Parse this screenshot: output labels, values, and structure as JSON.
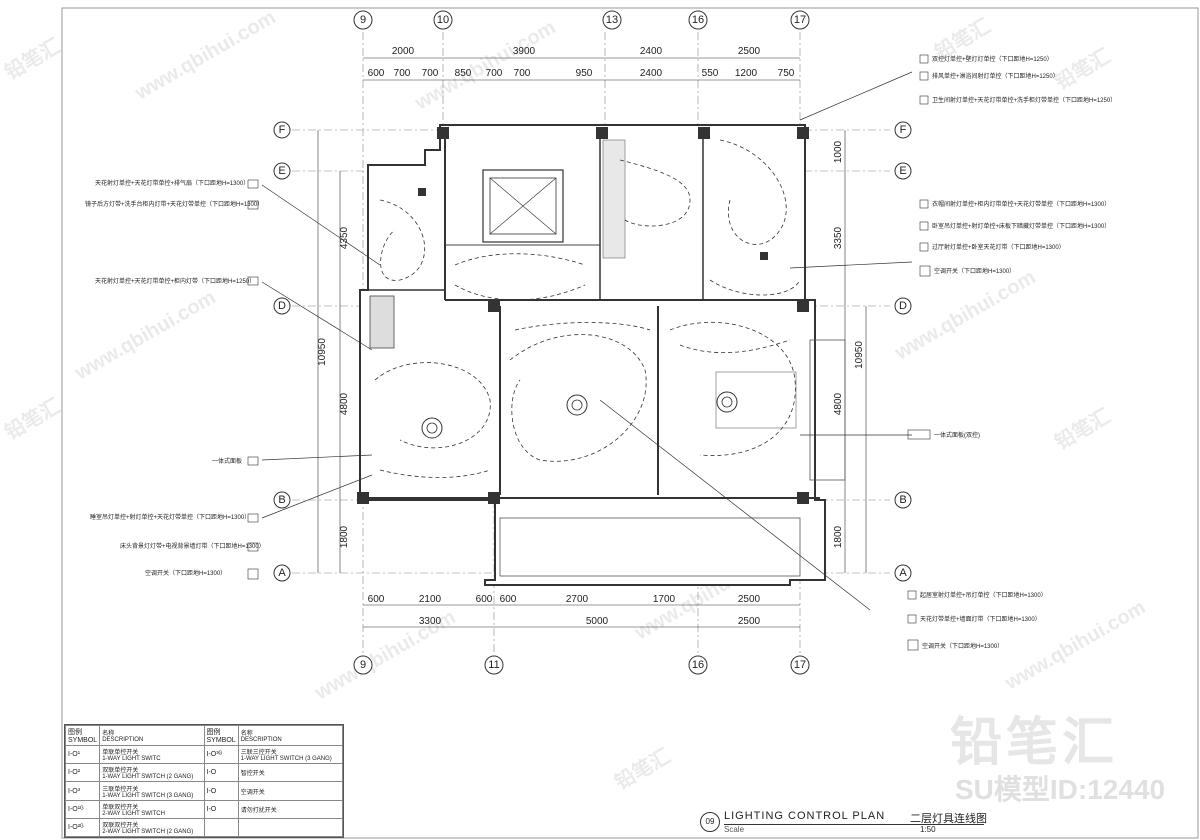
{
  "grid": {
    "top_axes": [
      "9",
      "10",
      "13",
      "16",
      "17"
    ],
    "bottom_axes": [
      "9",
      "11",
      "16",
      "17"
    ],
    "rows": [
      "F",
      "E",
      "D",
      "B",
      "A"
    ]
  },
  "dimensions": {
    "top_overall": [
      "2000",
      "3900",
      "2400",
      "2500"
    ],
    "top_detail": [
      "600",
      "700",
      "700",
      "850",
      "700",
      "700",
      "950",
      "2400",
      "550",
      "1200",
      "750"
    ],
    "bottom_detail": [
      "600",
      "2100",
      "600",
      "600",
      "2700",
      "1700",
      "2500"
    ],
    "bottom_overall": [
      "3300",
      "5000",
      "2500"
    ],
    "left_side": [
      "4350",
      "10950",
      "4800",
      "1800"
    ],
    "right_side": [
      "1000",
      "3350",
      "10950",
      "4800",
      "1800"
    ]
  },
  "notes_left": [
    "天花射灯单控+天花灯带单控+排气扇（下口距地H=1300）",
    "镜子后方灯带+洗手台柜内灯带+天花灯带单控（下口距地H=1300）",
    "天花射灯单控+天花灯带单控+柜内灯带（下口距地H=1250）",
    "一体式面板",
    "睡室吊灯单控+射灯单控+天花灯带单控（下口距地H=1300）",
    "床头背景灯灯带+电视背景墙灯带（下口距地H=1300）",
    "空调开关（下口距地H=1300）"
  ],
  "notes_right": [
    "双控灯单控+壁灯灯单控（下口距地H=1250）",
    "排风单控+淋浴间射灯单控（下口距地H=1250）",
    "卫生间射灯单控+天花灯带单控+洗手柜灯带单控（下口距地H=1250）",
    "衣帽间射灯单控+柜内灯带单控+天花灯带单控（下口距地H=1300）",
    "卧室吊灯单控+射灯单控+床板下暗藏灯带单控（下口距地H=1300）",
    "过厅射灯单控+卧室天花灯带（下口距地H=1300）",
    "空调开关（下口距地H=1300）",
    "一体式面板(双控)",
    "起居室射灯单控+吊灯单控（下口距地H=1300）",
    "天花灯带单控+墙面灯带（下口距地H=1300）",
    "空调开关（下口距地H=1300）"
  ],
  "legend": {
    "head_symbol_cn": "图例",
    "head_symbol_en": "SYMBOL",
    "head_desc_cn": "名称",
    "head_desc_en": "DESCRIPTION",
    "rows_left": [
      {
        "symbol": "I-O¹",
        "cn": "单联单控开关",
        "en": "1-WAY LIGHT SWITC"
      },
      {
        "symbol": "I-O²",
        "cn": "双联单控开关",
        "en": "1-WAY LIGHT SWITCH (2 GANG)"
      },
      {
        "symbol": "I-O³",
        "cn": "三联单控开关",
        "en": "1-WAY LIGHT SWITCH (3 GANG)"
      },
      {
        "symbol": "I-O¹ᴳ",
        "cn": "单联双控开关",
        "en": "2-WAY LIGHT SWITCH"
      },
      {
        "symbol": "I-O²ᴳ",
        "cn": "双联双控开关",
        "en": "2-WAY LIGHT SWITCH (2 GANG)"
      }
    ],
    "rows_right": [
      {
        "symbol": "I-O³ᴳ",
        "cn": "三联三控开关",
        "en": "1-WAY LIGHT SWITCH (3 GANG)"
      },
      {
        "symbol": "I-O",
        "cn": "智控开关",
        "en": ""
      },
      {
        "symbol": "I-O",
        "cn": "空调开关",
        "en": ""
      },
      {
        "symbol": "I-O",
        "cn": "请勿打扰开关",
        "en": ""
      },
      {
        "symbol": "",
        "cn": "",
        "en": ""
      }
    ]
  },
  "title_block": {
    "number": "09",
    "title": "LIGHTING  CONTROL PLAN",
    "title_cn": "二层灯具连线图",
    "scale_label": "Scale",
    "scale": "1:50"
  },
  "watermark": {
    "brand": "铅笔汇",
    "model_id": "SU模型ID:12440",
    "site": "www.qbihui.com"
  }
}
